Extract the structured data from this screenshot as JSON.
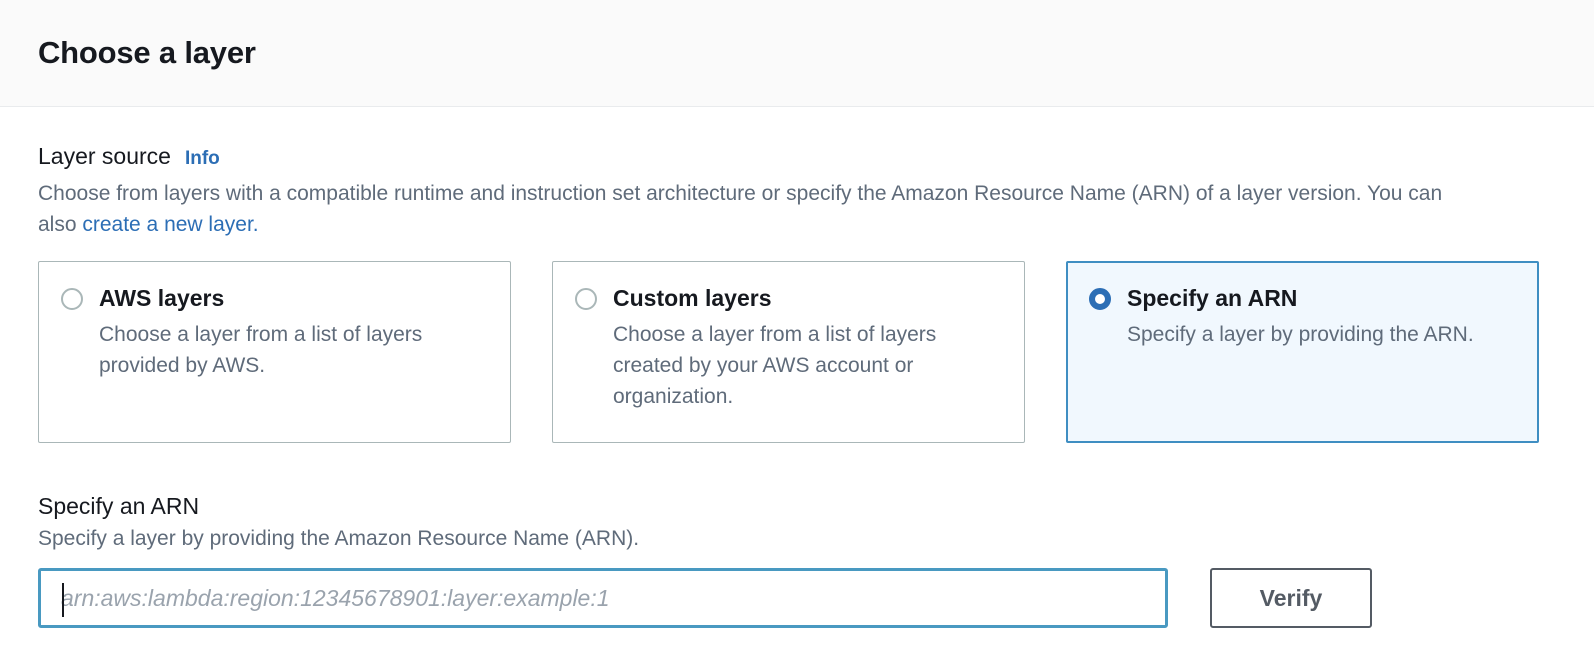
{
  "header": {
    "title": "Choose a layer"
  },
  "layer_source": {
    "label": "Layer source",
    "info_label": "Info",
    "description_part1": "Choose from layers with a compatible runtime and instruction set architecture or specify the Amazon Resource Name (ARN) of a layer version. You can also ",
    "description_link": "create a new layer.",
    "options": [
      {
        "title": "AWS layers",
        "description": "Choose a layer from a list of layers provided by AWS.",
        "selected": false
      },
      {
        "title": "Custom layers",
        "description": "Choose a layer from a list of layers created by your AWS account or organization.",
        "selected": false
      },
      {
        "title": "Specify an ARN",
        "description": "Specify a layer by providing the ARN.",
        "selected": true
      }
    ]
  },
  "arn_section": {
    "title": "Specify an ARN",
    "description": "Specify a layer by providing the Amazon Resource Name (ARN).",
    "input_value": "",
    "input_placeholder": "arn:aws:lambda:region:12345678901:layer:example:1",
    "verify_label": "Verify"
  },
  "colors": {
    "accent_blue": "#2c6eb5",
    "focus_border": "#4999c1",
    "selected_tile_bg": "#f1f8fe",
    "text_primary": "#16191f",
    "text_secondary": "#5f6b7a",
    "tile_border": "#aab7b8",
    "button_border": "#545b64",
    "header_bg": "#fafafa"
  }
}
